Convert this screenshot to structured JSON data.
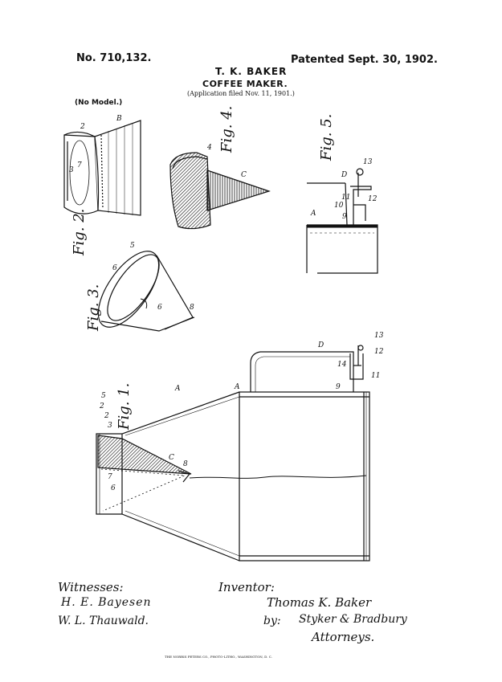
{
  "header": {
    "patent_no": "No. 710,132.",
    "inventor_name": "T. K. BAKER",
    "patented_date": "Patented Sept. 30, 1902.",
    "title": "COFFEE MAKER.",
    "application": "(Application filed Nov. 11, 1901.)",
    "model": "(No Model.)"
  },
  "figures": {
    "fig1": "Fig. 1.",
    "fig2": "Fig. 2.",
    "fig3": "Fig. 3.",
    "fig4": "Fig. 4.",
    "fig5": "Fig. 5."
  },
  "reference_labels": {
    "fig2": [
      "2",
      "B",
      "3",
      "7"
    ],
    "fig3": [
      "5",
      "6",
      "6",
      "8"
    ],
    "fig4": [
      "4",
      "C"
    ],
    "fig5": [
      "D",
      "13",
      "10",
      "11",
      "9",
      "12",
      "A"
    ],
    "fig1": [
      "5",
      "2",
      "2",
      "3",
      "A",
      "A",
      "C",
      "8",
      "7",
      "6",
      "D",
      "13",
      "14",
      "9",
      "11",
      "12"
    ]
  },
  "signatures": {
    "witnesses_label": "Witnesses:",
    "witness_1": "H. E. Bayesen",
    "witness_2": "W. L. Thauwald.",
    "inventor_label": "Inventor:",
    "inventor": "Thomas K. Baker",
    "by": "by:",
    "attorneys_firm": "Styker & Bradbury",
    "attorneys_label": "Attorneys."
  },
  "footer": {
    "printer": "THE NORRIS PETERS CO., PHOTO-LITHO., WASHINGTON, D. C."
  }
}
